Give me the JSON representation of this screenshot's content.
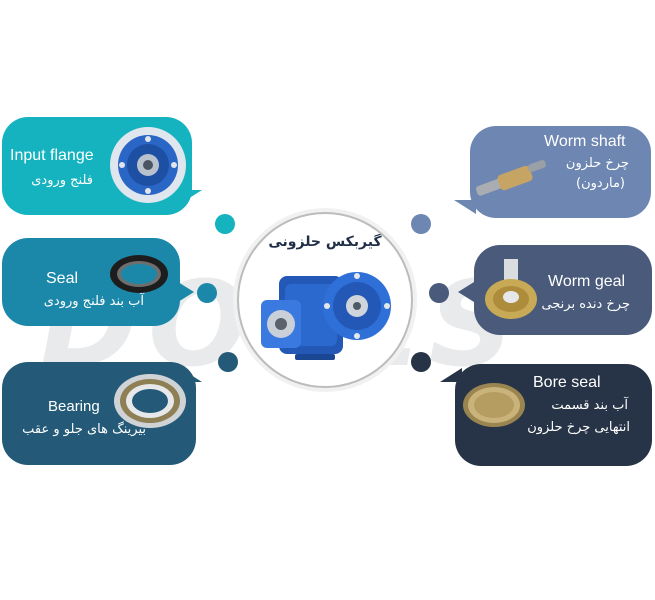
{
  "watermark": "DOLLS",
  "center": {
    "title": "گیربکس حلزونی"
  },
  "left": [
    {
      "en": "Input flange",
      "fa": "فلنج ورودی",
      "color": "#14b3bf"
    },
    {
      "en": "Seal",
      "fa": "آب بند فلنج ورودی",
      "color": "#1c88a9"
    },
    {
      "en": "Bearing",
      "fa": "بیرینگ های جلو و عقب",
      "color": "#245a77"
    }
  ],
  "right": [
    {
      "en": "Worm shaft",
      "fa": "چرخ حلزون",
      "fa2": "(ماردون)",
      "color": "#6d86b2"
    },
    {
      "en": "Worm geal",
      "fa": "چرخ دنده برنجی",
      "color": "#4a5a7b"
    },
    {
      "en": "Bore seal",
      "fa": "آب بند قسمت",
      "fa2": "انتهایی چرخ حلزون",
      "color": "#273347"
    }
  ]
}
